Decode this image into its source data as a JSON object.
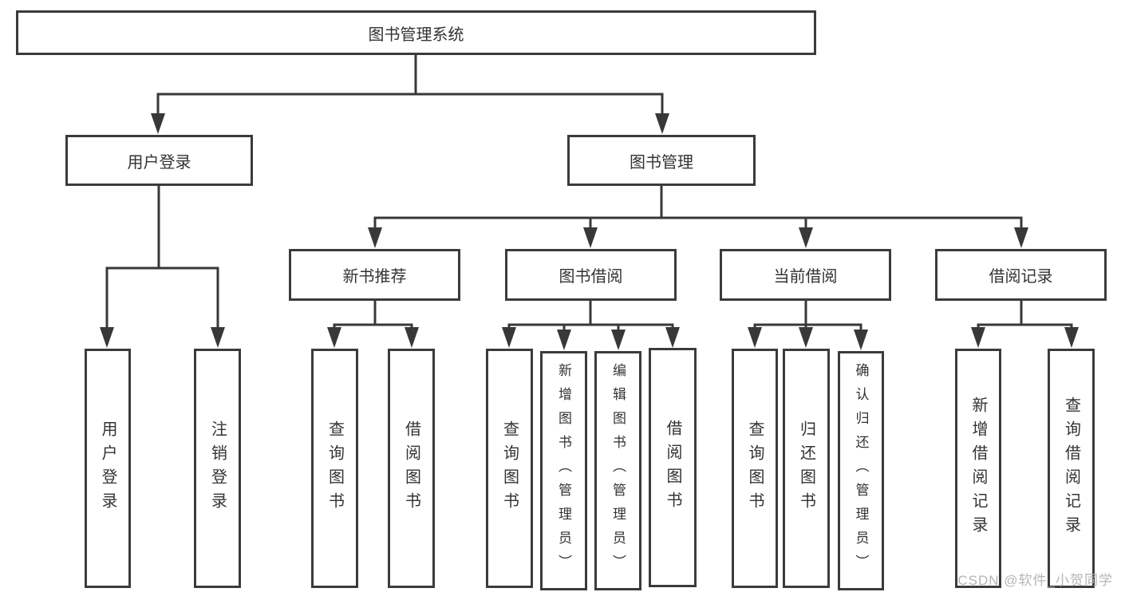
{
  "tree": {
    "root": {
      "label": "图书管理系统"
    },
    "level2": [
      {
        "label": "用户登录"
      },
      {
        "label": "图书管理"
      }
    ],
    "level3": [
      {
        "label": "新书推荐"
      },
      {
        "label": "图书借阅"
      },
      {
        "label": "当前借阅"
      },
      {
        "label": "借阅记录"
      }
    ],
    "leaves": {
      "user_login": [
        {
          "label": "用户登录"
        },
        {
          "label": "注销登录"
        }
      ],
      "new_book_recommend": [
        {
          "label": "查询图书"
        },
        {
          "label": "借阅图书"
        }
      ],
      "book_borrow": [
        {
          "label": "查询图书"
        },
        {
          "label": "新增图书（管理员）"
        },
        {
          "label": "编辑图书（管理员）"
        },
        {
          "label": "借阅图书"
        }
      ],
      "current_borrow": [
        {
          "label": "查询图书"
        },
        {
          "label": "归还图书"
        },
        {
          "label": "确认归还（管理员）"
        }
      ],
      "borrow_records": [
        {
          "label": "新增借阅记录"
        },
        {
          "label": "查询借阅记录"
        }
      ]
    }
  },
  "watermark": {
    "text": "CSDN @软件_小贺同学"
  },
  "colors": {
    "line": "#383838",
    "border": "#3b3b3b",
    "text": "#333333",
    "watermark": "#b5b5b5",
    "bg": "#ffffff"
  }
}
